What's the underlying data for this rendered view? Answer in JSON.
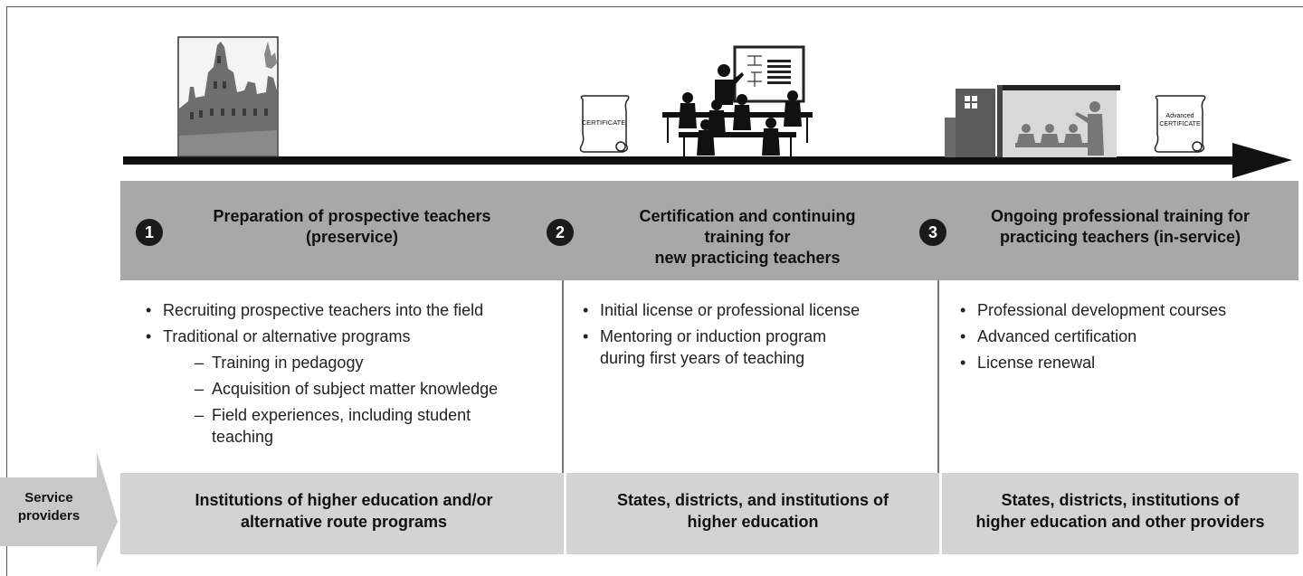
{
  "stages": [
    {
      "number": "1",
      "title_lines": [
        "Preparation of prospective teachers",
        "(preservice)"
      ],
      "bullets": [
        "Recruiting prospective teachers into the field",
        "Traditional or alternative programs"
      ],
      "sub_bullets": [
        "Training in pedagogy",
        "Acquisition of subject matter knowledge",
        "Field experiences, including student",
        "teaching"
      ],
      "provider_lines": [
        "Institutions of higher education and/or",
        "alternative route programs"
      ]
    },
    {
      "number": "2",
      "title_lines": [
        "Certification and continuing",
        "training for",
        "new practicing teachers"
      ],
      "bullets": [
        "Initial license or professional license",
        "Mentoring or induction program",
        "during first years of teaching"
      ],
      "provider_lines": [
        "States, districts, and institutions of",
        "higher education"
      ]
    },
    {
      "number": "3",
      "title_lines": [
        "Ongoing professional training for",
        "practicing teachers (in-service)"
      ],
      "bullets": [
        "Professional development courses",
        "Advanced certification",
        "License renewal"
      ],
      "provider_lines": [
        "States, districts, institutions of",
        "higher education and other providers"
      ]
    }
  ],
  "service_providers_label": [
    "Service",
    "providers"
  ],
  "certificate_label": "CERTIFICATE",
  "advanced_certificate_label": [
    "Advanced",
    "CERTIFICATE"
  ],
  "bullet_char": "•",
  "dash_char": "–"
}
